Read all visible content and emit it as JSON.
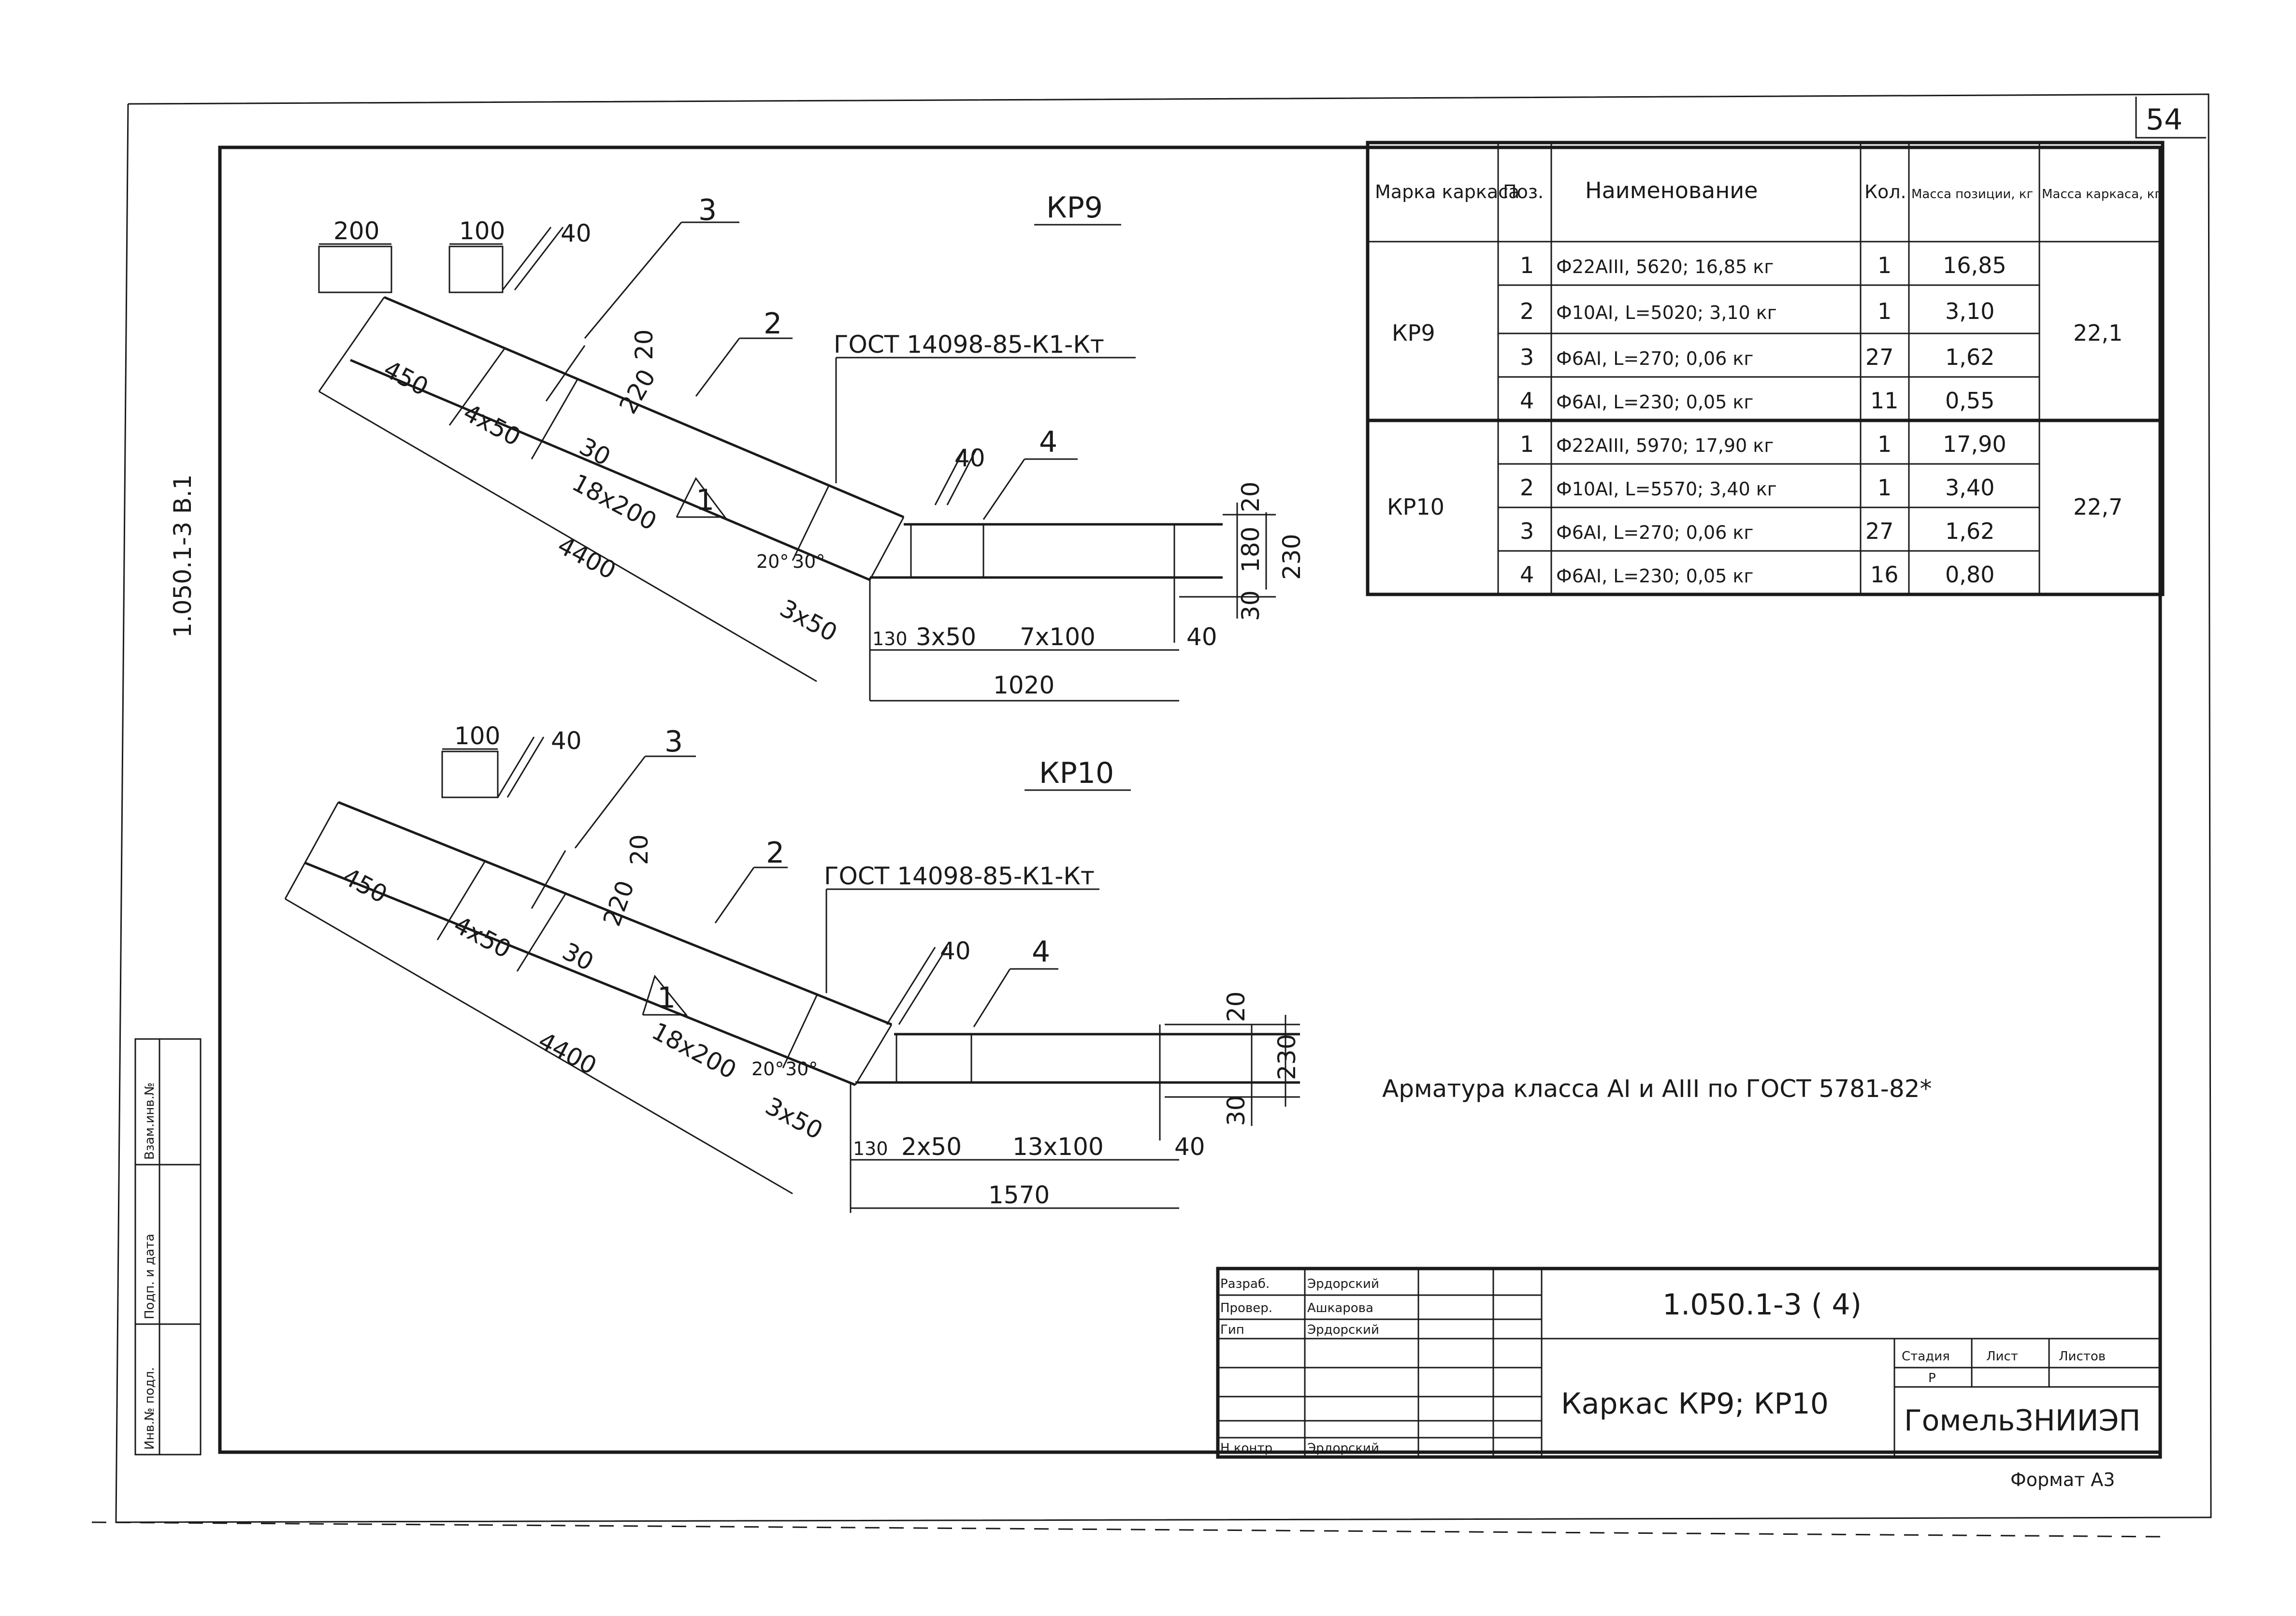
{
  "page_number": "54",
  "side_labels": {
    "code": "1.050.1-3  В.1",
    "inv_orig": "Инв.№ подл.",
    "sign_date": "Подп. и дата",
    "inv_replace": "Взам.инв.№"
  },
  "kp9": {
    "title": "КР9",
    "dims": {
      "d200": "200",
      "d100": "100",
      "d40a": "40",
      "d20": "20",
      "d220": "220",
      "d450": "450",
      "d4x50": "4x50",
      "d18x200": "18x200",
      "d4400": "4400",
      "d30": "30",
      "a20": "20°",
      "a30": "30°",
      "d3x50": "3x50",
      "d40b": "40",
      "d180": "180",
      "d230": "230",
      "d20b": "20",
      "d30b": "30",
      "d130": "130",
      "d3x50b": "3x50",
      "d7x100": "7x100",
      "d40c": "40",
      "d1020": "1020"
    },
    "callouts": {
      "p1": "1",
      "p2": "2",
      "p3": "3",
      "p4": "4"
    },
    "gost": "ГОСТ 14098-85-К1-Кт"
  },
  "kp10": {
    "title": "КР10",
    "dims": {
      "d100": "100",
      "d40a": "40",
      "d20": "20",
      "d220": "220",
      "d450": "450",
      "d4x50": "4x50",
      "d18x200": "18x200",
      "d4400": "4400",
      "d30": "30",
      "a20": "20°",
      "a30": "30°",
      "d3x50": "3x50",
      "d40b": "40",
      "d20b": "20",
      "d230": "230",
      "d30b": "30",
      "d130": "130",
      "d2x50": "2x50",
      "d13x100": "13x100",
      "d40c": "40",
      "d1570": "1570"
    },
    "callouts": {
      "p1": "1",
      "p2": "2",
      "p3": "3",
      "p4": "4"
    },
    "gost": "ГОСТ 14098-85-К1-Кт"
  },
  "spec_table": {
    "headers": {
      "mark": "Марка каркаса",
      "pos": "Поз.",
      "name": "Наименование",
      "qty": "Кол.",
      "mass_pos": "Масса позиции, кг",
      "mass_frame": "Масса каркаса, кг"
    },
    "groups": [
      {
        "mark": "КР9",
        "frame_mass": "22,1",
        "rows": [
          {
            "pos": "1",
            "name": "Ф22АIII, 5620; 16,85 кг",
            "qty": "1",
            "mass": "16,85"
          },
          {
            "pos": "2",
            "name": "Ф10АI, L=5020; 3,10 кг",
            "qty": "1",
            "mass": "3,10"
          },
          {
            "pos": "3",
            "name": "Ф6АI, L=270; 0,06 кг",
            "qty": "27",
            "mass": "1,62"
          },
          {
            "pos": "4",
            "name": "Ф6АI, L=230; 0,05 кг",
            "qty": "11",
            "mass": "0,55"
          }
        ]
      },
      {
        "mark": "КР10",
        "frame_mass": "22,7",
        "rows": [
          {
            "pos": "1",
            "name": "Ф22АIII, 5970; 17,90 кг",
            "qty": "1",
            "mass": "17,90"
          },
          {
            "pos": "2",
            "name": "Ф10АI, L=5570; 3,40 кг",
            "qty": "1",
            "mass": "3,40"
          },
          {
            "pos": "3",
            "name": "Ф6АI, L=270; 0,06 кг",
            "qty": "27",
            "mass": "1,62"
          },
          {
            "pos": "4",
            "name": "Ф6АI, L=230; 0,05 кг",
            "qty": "16",
            "mass": "0,80"
          }
        ]
      }
    ]
  },
  "note": "Арматура класса АI и АIII по ГОСТ 5781-82*",
  "title_block": {
    "doc_code": "1.050.1-3  ( 4)",
    "drawing_title": "Каркас КР9; КР10",
    "org": "ГомельЗНИИЭП",
    "stage_label": "Стадия",
    "sheet_label": "Лист",
    "sheets_label": "Листов",
    "stage_value": "Р",
    "roles": [
      "Разраб.",
      "Провер.",
      "Гип",
      "",
      "",
      "",
      "Н.контр."
    ],
    "names": [
      "Эрдорский",
      "Ашкарова",
      "Эрдорский",
      "",
      "",
      "",
      "Эрдорский"
    ]
  },
  "format": "Формат А3"
}
